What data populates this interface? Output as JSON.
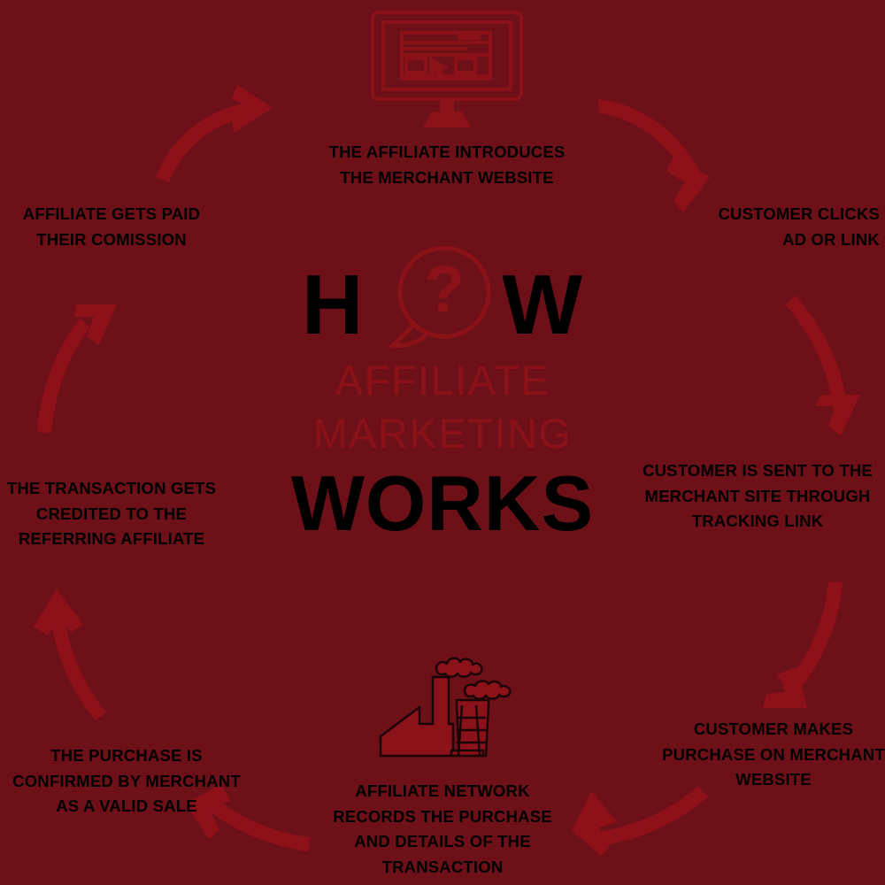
{
  "meta": {
    "background_color": "#6e1018",
    "arrow_color": "#8e1119",
    "icon_color": "#8b1219",
    "text_color": "#000000",
    "sub_text_color": "#8b1219"
  },
  "center": {
    "how_left": "H",
    "how_right": "W",
    "bubble_glyph": "?",
    "sub_line_1": "AFFILIATE",
    "sub_line_2": "MARKETING",
    "works": "WORKS"
  },
  "icons": {
    "monitor": "monitor-website-icon",
    "factory": "factory-merchant-icon",
    "speech_bubble": "question-speech-bubble-icon"
  },
  "steps": [
    {
      "id": 1,
      "text": "THE AFFILIATE INTRODUCES\nTHE MERCHANT WEBSITE"
    },
    {
      "id": 2,
      "text": "CUSTOMER CLICKS\nAD OR LINK"
    },
    {
      "id": 3,
      "text": "CUSTOMER IS SENT TO THE\nMERCHANT SITE THROUGH\nTRACKING LINK"
    },
    {
      "id": 4,
      "text": "CUSTOMER MAKES\nPURCHASE ON MERCHANT\nWEBSITE"
    },
    {
      "id": 5,
      "text": "AFFILIATE NETWORK\nRECORDS THE PURCHASE\nAND DETAILS OF THE\nTRANSACTION"
    },
    {
      "id": 6,
      "text": "THE PURCHASE IS\nCONFIRMED BY MERCHANT\nAS A VALID SALE"
    },
    {
      "id": 7,
      "text": "THE TRANSACTION GETS\nCREDITED TO THE\nREFERRING AFFILIATE"
    },
    {
      "id": 8,
      "text": "AFFILIATE  GETS PAID\nTHEIR COMISSION"
    }
  ],
  "arrows": [
    {
      "id": "arrow-top-left",
      "direction": "clockwise-up-right"
    },
    {
      "id": "arrow-top-right",
      "direction": "clockwise-down-right"
    },
    {
      "id": "arrow-right-upper",
      "direction": "clockwise-down"
    },
    {
      "id": "arrow-right-lower",
      "direction": "clockwise-down-left"
    },
    {
      "id": "arrow-bottom-right",
      "direction": "clockwise-left"
    },
    {
      "id": "arrow-bottom-left",
      "direction": "clockwise-left-up"
    },
    {
      "id": "arrow-left-lower",
      "direction": "clockwise-up"
    },
    {
      "id": "arrow-left-upper",
      "direction": "clockwise-up-right"
    }
  ]
}
